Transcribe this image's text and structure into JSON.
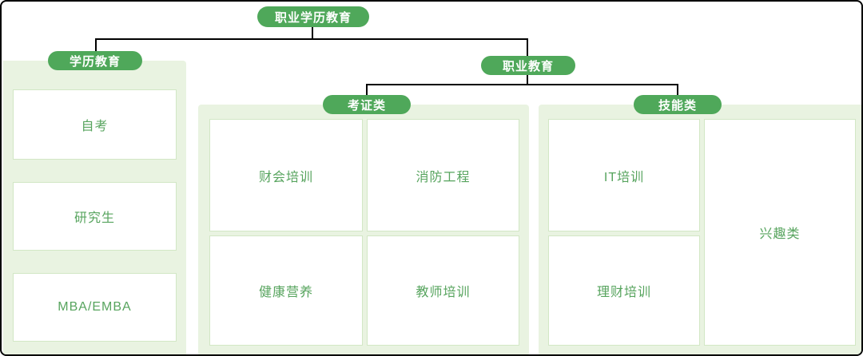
{
  "root": {
    "label": "职业学历教育"
  },
  "branches": {
    "academic": {
      "label": "学历教育",
      "items": [
        "自考",
        "研究生",
        "MBA/EMBA"
      ]
    },
    "vocational": {
      "label": "职业教育",
      "children": {
        "certification": {
          "label": "考证类",
          "items": [
            "财会培训",
            "消防工程",
            "健康营养",
            "教师培训"
          ]
        },
        "skills": {
          "label": "技能类",
          "items": [
            "IT培训",
            "理财培训",
            "兴趣类"
          ]
        }
      }
    }
  },
  "colors": {
    "pill_green": "#4fa85a",
    "panel_green": "#e9f3e1",
    "card_border": "#d2e7c5",
    "card_text_green": "#57a45e",
    "connector_black": "#000000"
  }
}
